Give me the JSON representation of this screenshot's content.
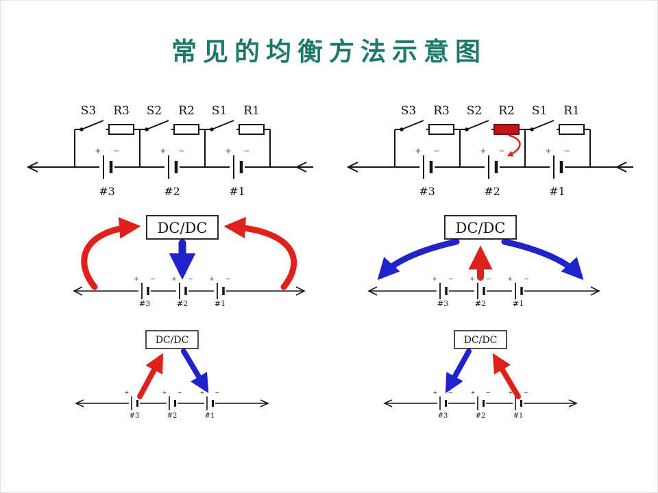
{
  "title": "常见的均衡方法示意图",
  "labels": {
    "s3": "S3",
    "r3": "R3",
    "s2": "S2",
    "r2": "R2",
    "s1": "S1",
    "r1": "R1",
    "cell3": "#3",
    "cell2": "#2",
    "cell1": "#1",
    "dcdc": "DC/DC",
    "plus": "+",
    "minus": "−"
  },
  "colors": {
    "title": "#1d7a6b",
    "arrow_red": "#e0201a",
    "arrow_blue": "#2023cc",
    "resistor_highlight": "#c31218",
    "line": "#141414"
  }
}
